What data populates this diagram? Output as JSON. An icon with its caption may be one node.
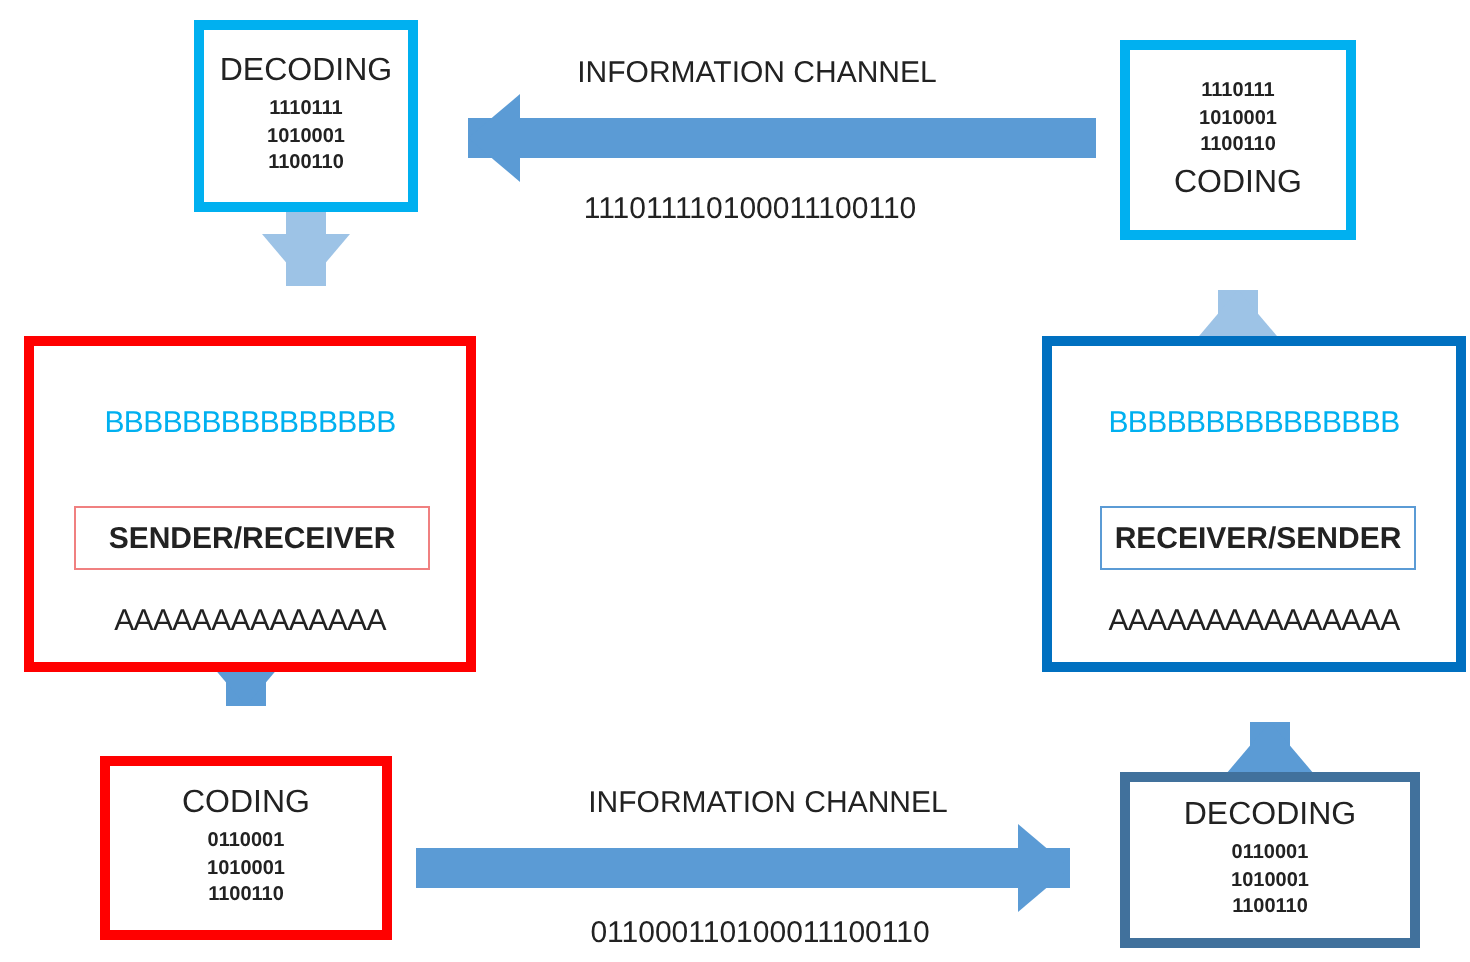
{
  "diagram": {
    "nodes": [
      {
        "text": [
          "DECODING",
          "1110111 1010001 1100110"
        ]
      },
      {
        "text": [
          "1110111 1010001 1100110",
          "CODING"
        ]
      },
      {
        "text": [
          "BBBBBBBBBBBBBBB",
          "AAAAAAAAAAAAAA"
        ]
      },
      {
        "text": [
          "SENDER/RECEIVER"
        ],
        "in": 2
      },
      {
        "text": [
          "BBBBBBBBBBBBBBB",
          "AAAAAAAAAAAAAAA"
        ]
      },
      {
        "text": [
          "RECEIVER/SENDER"
        ],
        "in": 4
      },
      {
        "text": [
          "CODING",
          "0110001 1010001 1100110"
        ]
      },
      {
        "text": [
          "DECODING",
          "0110001 1010001 1100110"
        ]
      }
    ],
    "edges": [
      {
        "from": 1,
        "to": 0,
        "arrow": "to",
        "label": "INFORMATION CHANNEL"
      },
      {
        "from": 0,
        "to": 2,
        "arrow": "to",
        "color": "#9dc3e6"
      },
      {
        "from": 2,
        "to": 6,
        "arrow": "to"
      },
      {
        "from": 6,
        "to": 7,
        "arrow": "to",
        "label": "INFORMATION CHANNEL"
      },
      {
        "from": 7,
        "to": 4,
        "arrow": "to"
      },
      {
        "from": 4,
        "to": 1,
        "arrow": "to",
        "color": "#9dc3e6"
      }
    ],
    "labels": [
      "111011110100011100110",
      "011000110100011100110"
    ]
  }
}
